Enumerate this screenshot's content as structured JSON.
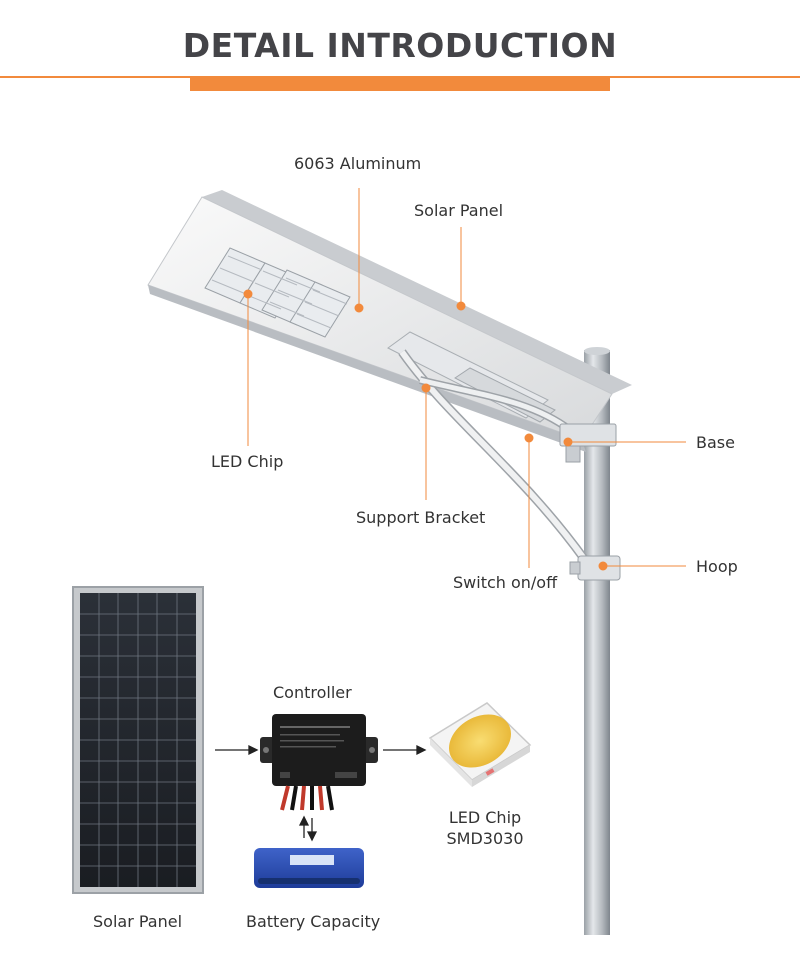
{
  "header": {
    "title": "DETAIL INTRODUCTION"
  },
  "callouts": {
    "aluminum": "6063 Aluminum",
    "solar_panel": "Solar Panel",
    "led_chip": "LED Chip",
    "base": "Base",
    "support_bracket": "Support Bracket",
    "hoop": "Hoop",
    "switch": "Switch on/off"
  },
  "system": {
    "controller": "Controller",
    "led_chip_line1": "LED Chip",
    "led_chip_line2": "SMD3030",
    "solar_panel": "Solar Panel",
    "battery": "Battery Capacity"
  },
  "colors": {
    "accent": "#f28a3c",
    "title": "#444448",
    "text": "#333333"
  }
}
